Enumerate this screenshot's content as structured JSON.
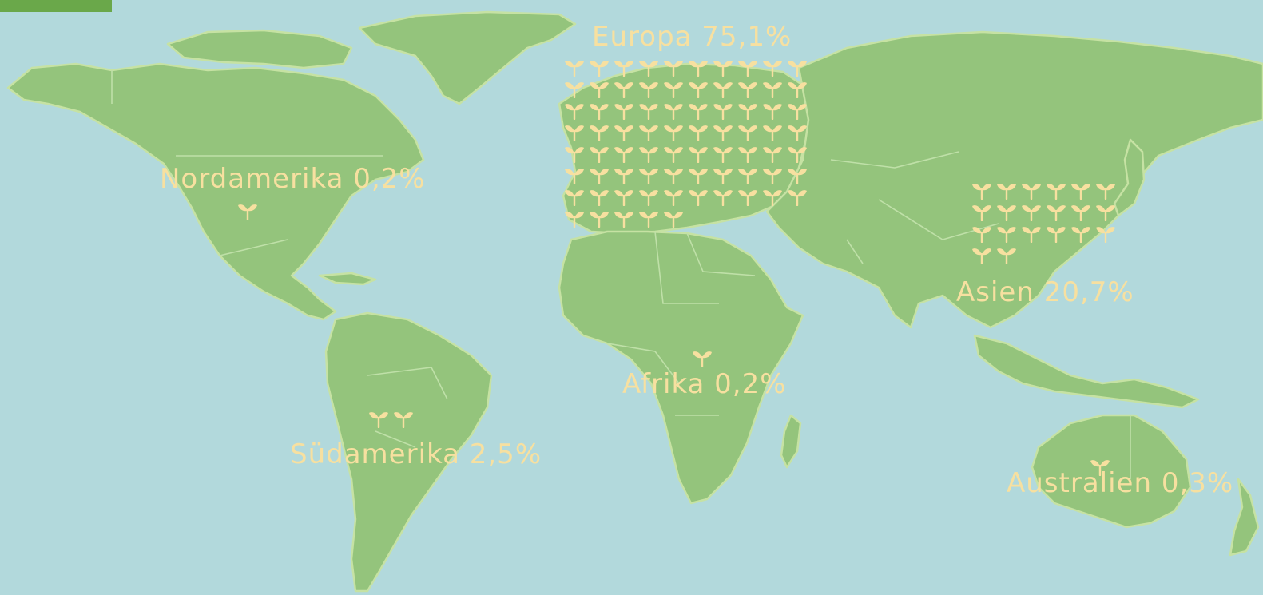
{
  "map": {
    "water_color": "#b2d9dc",
    "land_color": "#94c47c",
    "label_color": "#f7e0a0",
    "icon": "sprout-icon",
    "regions": [
      {
        "id": "nordamerika",
        "label": "Nordamerika 0,2%",
        "share_percent": 0.2,
        "icon_count": 1
      },
      {
        "id": "europa",
        "label": "Europa 75,1%",
        "share_percent": 75.1,
        "icon_count": 75
      },
      {
        "id": "asien",
        "label": "Asien 20,7%",
        "share_percent": 20.7,
        "icon_count": 20
      },
      {
        "id": "afrika",
        "label": "Afrika 0,2%",
        "share_percent": 0.2,
        "icon_count": 1
      },
      {
        "id": "suedamerika",
        "label": "Südamerika 2,5%",
        "share_percent": 2.5,
        "icon_count": 2
      },
      {
        "id": "australien",
        "label": "Australien 0,3%",
        "share_percent": 0.3,
        "icon_count": 1
      }
    ]
  }
}
